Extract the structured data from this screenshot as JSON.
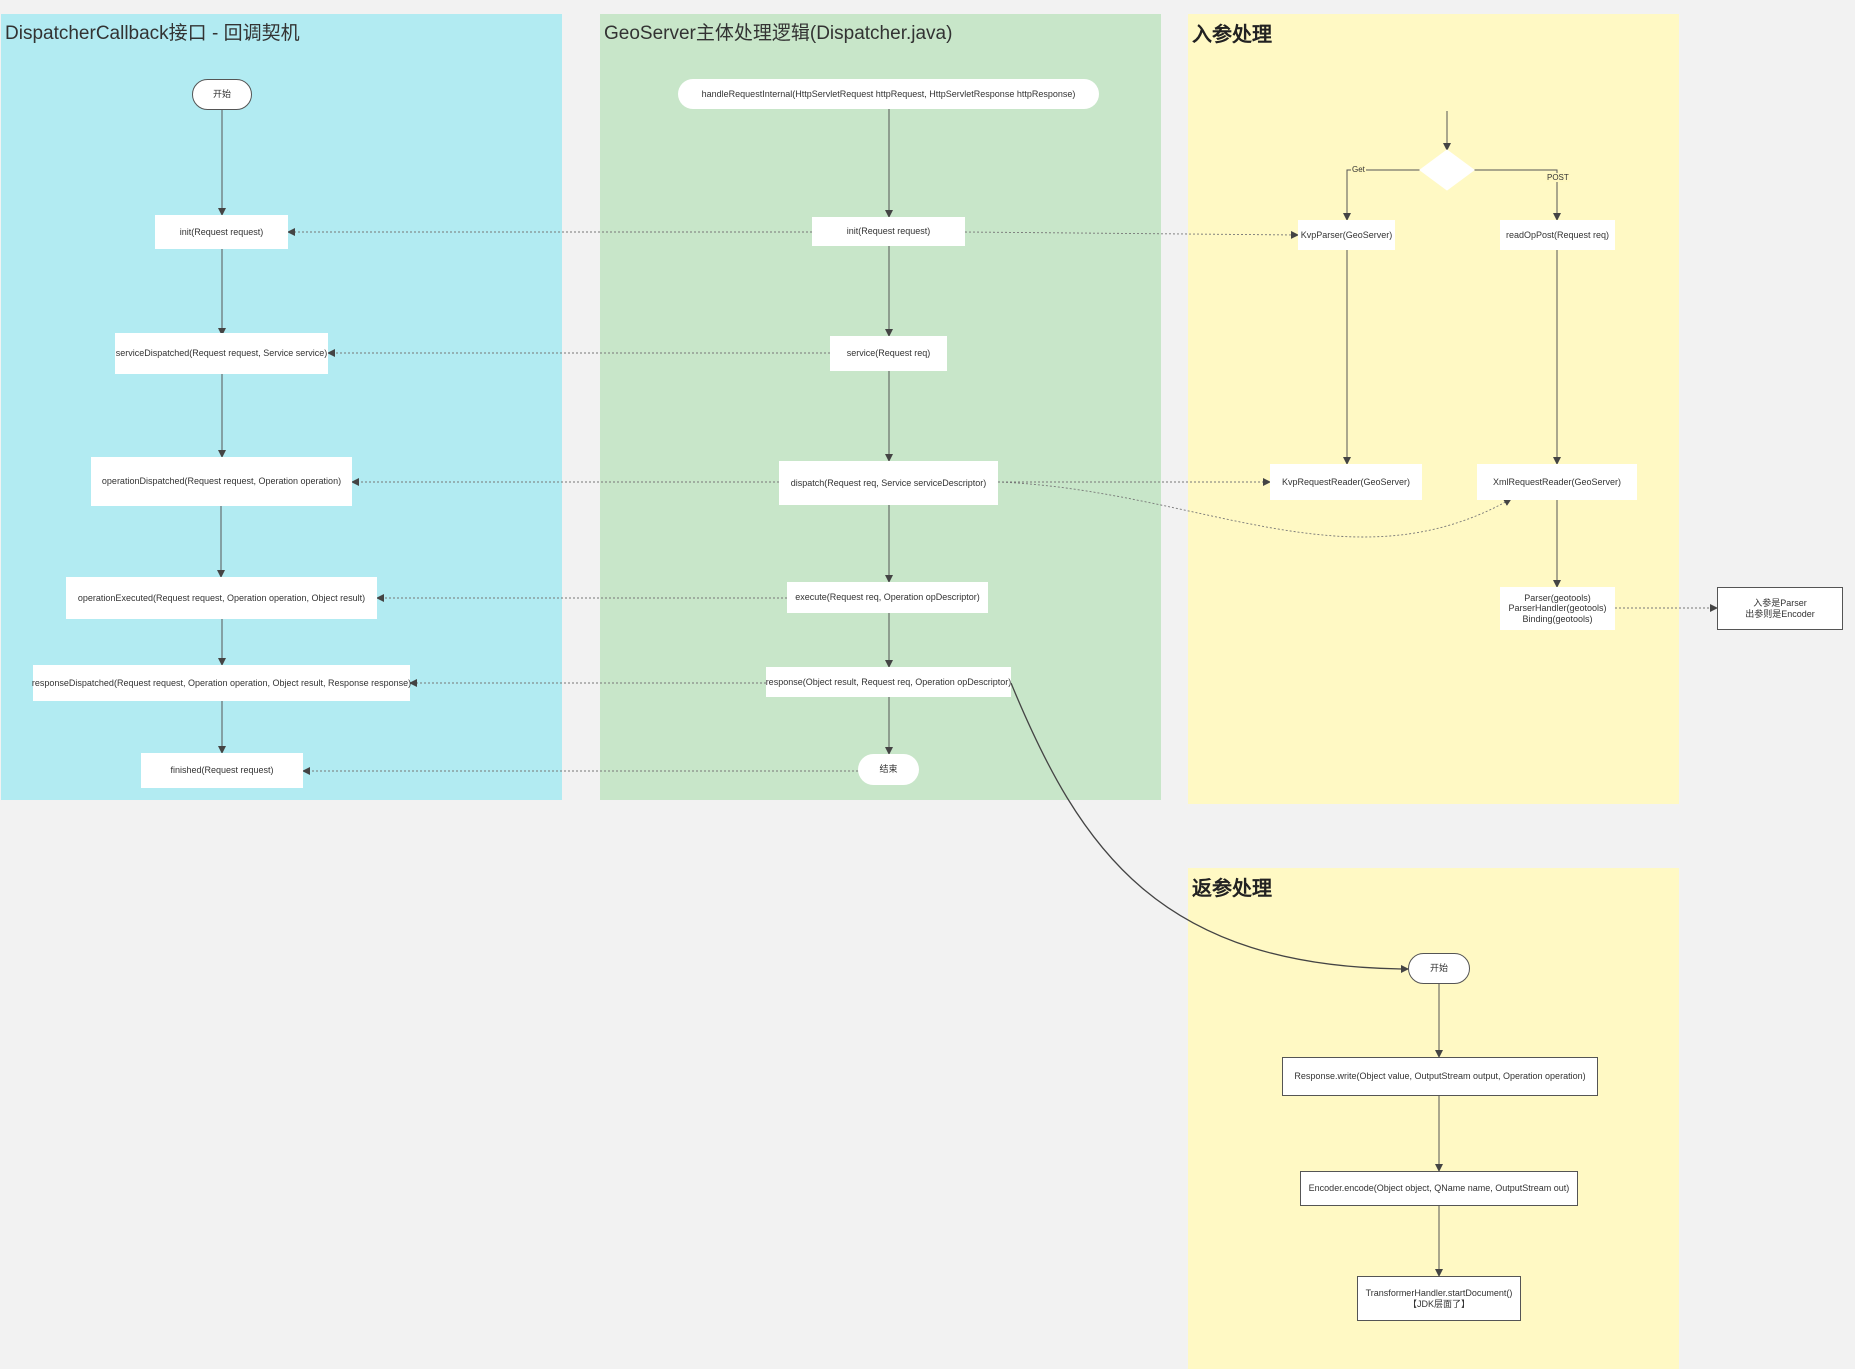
{
  "lanes": {
    "callback": {
      "title": "DispatcherCallback接口 - 回调契机",
      "color": "#b2ebf2"
    },
    "dispatcher": {
      "title": "GeoServer主体处理逻辑(Dispatcher.java)",
      "color": "#c8e6c9"
    },
    "input": {
      "title": "入参处理",
      "color": "#fff9c4"
    },
    "output": {
      "title": "返参处理",
      "color": "#fff9c4"
    }
  },
  "callback_nodes": {
    "start": "开始",
    "init": "init(Request request)",
    "service_dispatched": "serviceDispatched(Request request, Service service)",
    "operation_dispatched": "operationDispatched(Request request, Operation operation)",
    "operation_executed": "operationExecuted(Request request, Operation operation, Object result)",
    "response_dispatched": "responseDispatched(Request request, Operation operation, Object result, Response response)",
    "finished": "finished(Request request)"
  },
  "dispatcher_nodes": {
    "handle": "handleRequestInternal(HttpServletRequest httpRequest, HttpServletResponse httpResponse)",
    "init": "init(Request request)",
    "service": "service(Request req)",
    "dispatch": "dispatch(Request req, Service serviceDescriptor)",
    "execute": "execute(Request req, Operation opDescriptor)",
    "response": "response(Object result, Request req, Operation opDescriptor)",
    "end": "结束"
  },
  "input_nodes": {
    "get_label": "Get",
    "post_label": "POST",
    "kvp_parser": "KvpParser(GeoServer)",
    "read_op_post": "readOpPost(Request req)",
    "kvp_reader": "KvpRequestReader(GeoServer)",
    "xml_reader": "XmlRequestReader(GeoServer)",
    "parser": "Parser(geotools)\nParserHandler(geotools)\nBinding(geotools)",
    "note": "入参是Parser\n出参则是Encoder"
  },
  "output_nodes": {
    "start": "开始",
    "response_write": "Response.write(Object value, OutputStream output, Operation operation)",
    "encoder": "Encoder.encode(Object object, QName name, OutputStream out)",
    "transformer": "TransformerHandler.startDocument()\n【JDK层面了】"
  }
}
